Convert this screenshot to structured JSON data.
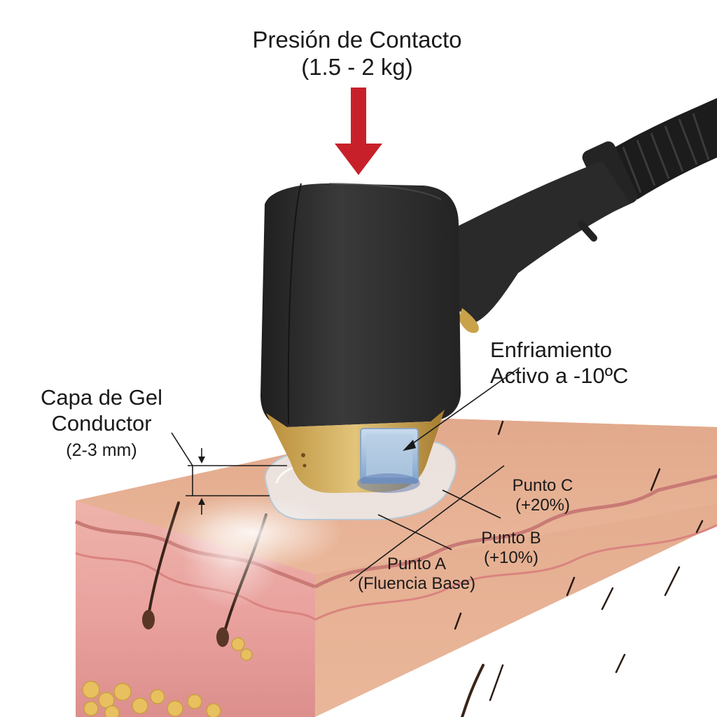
{
  "labels": {
    "pressure": {
      "title": "Presión de Contacto",
      "value": "(1.5 - 2 kg)"
    },
    "cooling": {
      "line1": "Enfriamiento",
      "line2": "Activo a -10ºC"
    },
    "gel": {
      "line1": "Capa de Gel",
      "line2": "Conductor",
      "thickness": "(2-3 mm)"
    },
    "point_c": {
      "name": "Punto C",
      "value": "(+20%)"
    },
    "point_b": {
      "name": "Punto B",
      "value": "(+10%)"
    },
    "point_a": {
      "name": "Punto A",
      "value": "(Fluencia Base)"
    }
  },
  "colors": {
    "arrow": "#c8202a",
    "handpiece": "#2b2b2b",
    "gold_tip": "#c9a24a",
    "cooling_window": "#a8c4e0",
    "skin_surface": "#e6ad8f",
    "dermis": "#e9a3a0",
    "fat": "#e8c060"
  }
}
